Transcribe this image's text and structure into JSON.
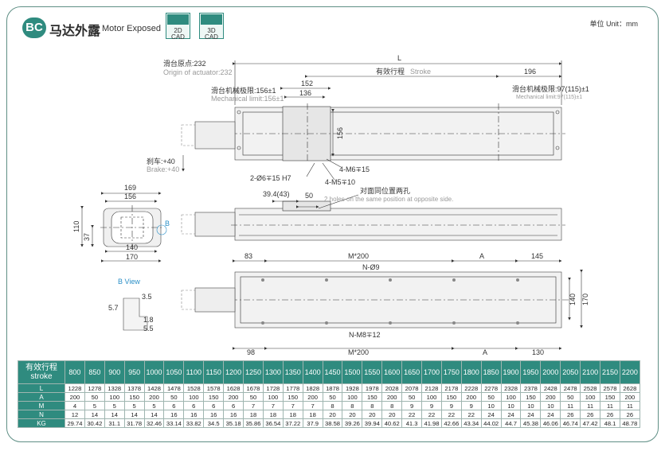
{
  "header": {
    "badge": "BC",
    "title_zh": "马达外露",
    "title_en": "Motor Exposed",
    "cad_2d": "2D CAD",
    "cad_3d": "3D CAD",
    "unit": "单位 Unit：mm"
  },
  "drawing": {
    "origin_zh": "滑台原点:232",
    "origin_en": "Origin of actuator:232",
    "L": "L",
    "stroke_zh": "有效行程",
    "stroke_en": "Stroke",
    "d196": "196",
    "mech_left_zh": "滑台机械极限:156±1",
    "mech_left_en": "Mechanical limit:156±1",
    "d152": "152",
    "d136": "136",
    "mech_right_zh": "滑台机械极限:97(115)±1",
    "mech_right_en": "Mechanical limit:97(115)±1",
    "d156v": "156",
    "brake_zh": "刹车:+40",
    "brake_en": "Brake:+40",
    "holes_dowel": "2-Ø6∓15 H7",
    "holes_m6": "4-M6∓15",
    "holes_m5": "4-M5∓10",
    "d169": "169",
    "d156": "156",
    "d110": "110",
    "d37": "37",
    "d140": "140",
    "d170": "170",
    "b_marker": "B",
    "d39_4": "39.4(43)",
    "d50": "50",
    "opp_zh": "对面同位置两孔",
    "opp_en": "2 holes on the same position at opposite side.",
    "b_view": "B View",
    "d3_5": "3.5",
    "d5_7": "5.7",
    "d1_8": "1.8",
    "d5_5": "5.5",
    "d83": "83",
    "m200_top": "M*200",
    "a_top": "A",
    "d145": "145",
    "n_hole": "N-Ø9",
    "d140r": "140",
    "d170r": "170",
    "n_m8": "N-M8∓12",
    "d98": "98",
    "m200_bot": "M*200",
    "a_bot": "A",
    "d130": "130"
  },
  "table": {
    "header_zh": "有效行程",
    "header_en": "stroke",
    "strokes": [
      "800",
      "850",
      "900",
      "950",
      "1000",
      "1050",
      "1100",
      "1150",
      "1200",
      "1250",
      "1300",
      "1350",
      "1400",
      "1450",
      "1500",
      "1550",
      "1600",
      "1650",
      "1700",
      "1750",
      "1800",
      "1850",
      "1900",
      "1950",
      "2000",
      "2050",
      "2100",
      "2150",
      "2200"
    ],
    "rows": [
      {
        "label": "L",
        "values": [
          "1228",
          "1278",
          "1328",
          "1378",
          "1428",
          "1478",
          "1528",
          "1578",
          "1628",
          "1678",
          "1728",
          "1778",
          "1828",
          "1878",
          "1928",
          "1978",
          "2028",
          "2078",
          "2128",
          "2178",
          "2228",
          "2278",
          "2328",
          "2378",
          "2428",
          "2478",
          "2528",
          "2578",
          "2628"
        ]
      },
      {
        "label": "A",
        "values": [
          "200",
          "50",
          "100",
          "150",
          "200",
          "50",
          "100",
          "150",
          "200",
          "50",
          "100",
          "150",
          "200",
          "50",
          "100",
          "150",
          "200",
          "50",
          "100",
          "150",
          "200",
          "50",
          "100",
          "150",
          "200",
          "50",
          "100",
          "150",
          "200"
        ]
      },
      {
        "label": "M",
        "values": [
          "4",
          "5",
          "5",
          "5",
          "5",
          "6",
          "6",
          "6",
          "6",
          "7",
          "7",
          "7",
          "7",
          "8",
          "8",
          "8",
          "8",
          "9",
          "9",
          "9",
          "9",
          "10",
          "10",
          "10",
          "10",
          "11",
          "11",
          "11",
          "11"
        ]
      },
      {
        "label": "N",
        "values": [
          "12",
          "14",
          "14",
          "14",
          "14",
          "16",
          "16",
          "16",
          "16",
          "18",
          "18",
          "18",
          "18",
          "20",
          "20",
          "20",
          "20",
          "22",
          "22",
          "22",
          "22",
          "24",
          "24",
          "24",
          "24",
          "26",
          "26",
          "26",
          "26"
        ]
      },
      {
        "label": "KG",
        "values": [
          "29.74",
          "30.42",
          "31.1",
          "31.78",
          "32.46",
          "33.14",
          "33.82",
          "34.5",
          "35.18",
          "35.86",
          "36.54",
          "37.22",
          "37.9",
          "38.58",
          "39.26",
          "39.94",
          "40.62",
          "41.3",
          "41.98",
          "42.66",
          "43.34",
          "44.02",
          "44.7",
          "45.38",
          "46.06",
          "46.74",
          "47.42",
          "48.1",
          "48.78"
        ]
      }
    ]
  },
  "colors": {
    "accent": "#2f8b7f",
    "highlight": "#2a8fc7"
  }
}
